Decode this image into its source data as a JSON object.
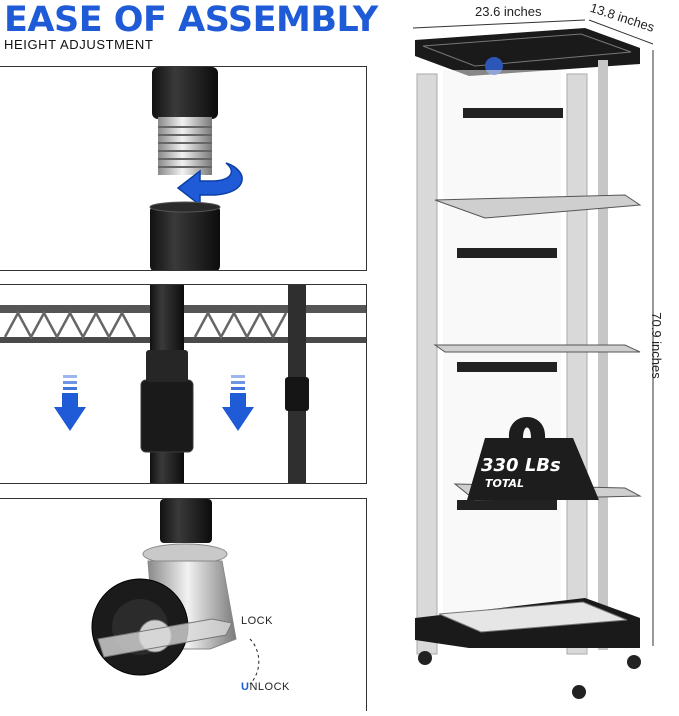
{
  "heading": {
    "title": "EASE OF ASSEMBLY",
    "subtitle": "HEIGHT ADJUSTMENT"
  },
  "dimensions": {
    "width": "23.6 inches",
    "depth": "13.8 inches",
    "height": "70.9 inches"
  },
  "caster": {
    "lock_label": "LOCK",
    "unlock_first": "U",
    "unlock_rest": "NLOCK"
  },
  "weight_badge": {
    "amount": "330 LBs",
    "caption": "TOTAL"
  },
  "colors": {
    "accent_blue": "#1f5bd6",
    "frame_black": "#1a1a1a",
    "pole_silver": "#d9d9d9"
  }
}
